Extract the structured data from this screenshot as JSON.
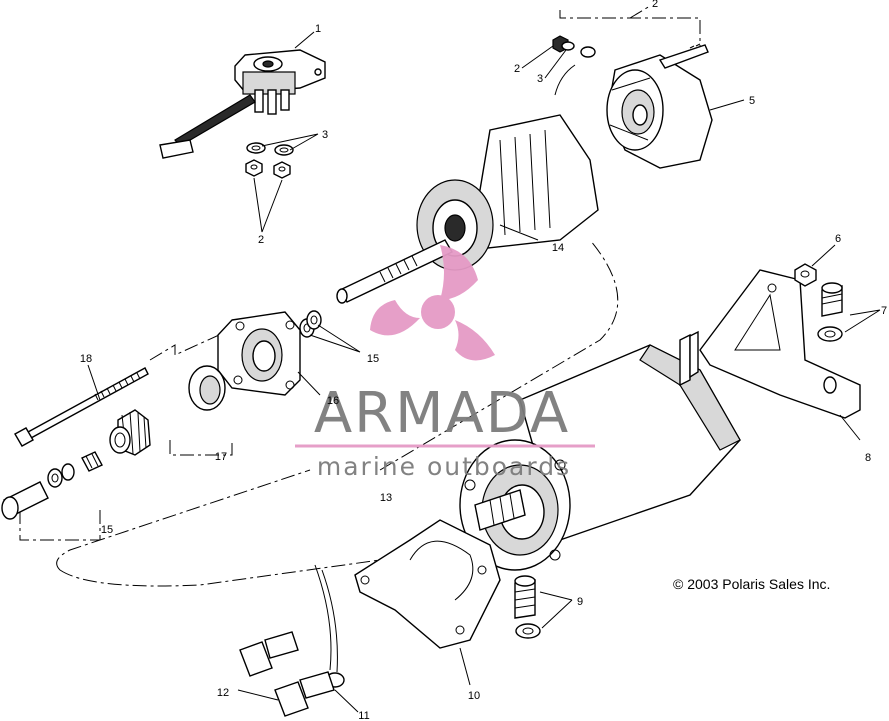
{
  "labels": {
    "n1": "1",
    "n2a": "2",
    "n2b": "2",
    "n2c": "2",
    "n3a": "3",
    "n3b": "3",
    "n5": "5",
    "n6": "6",
    "n7": "7",
    "n8": "8",
    "n9": "9",
    "n10": "10",
    "n11": "11",
    "n12": "12",
    "n13": "13",
    "n14": "14",
    "n15a": "15",
    "n15b": "15",
    "n16": "16",
    "n17": "17",
    "n18": "18"
  },
  "watermark": {
    "brand": "ARMADA",
    "tagline": "marine outboards",
    "accent_color": "#e59ac6",
    "text_color": "#7c7c7c"
  },
  "copyright": "© 2003 Polaris Sales Inc."
}
